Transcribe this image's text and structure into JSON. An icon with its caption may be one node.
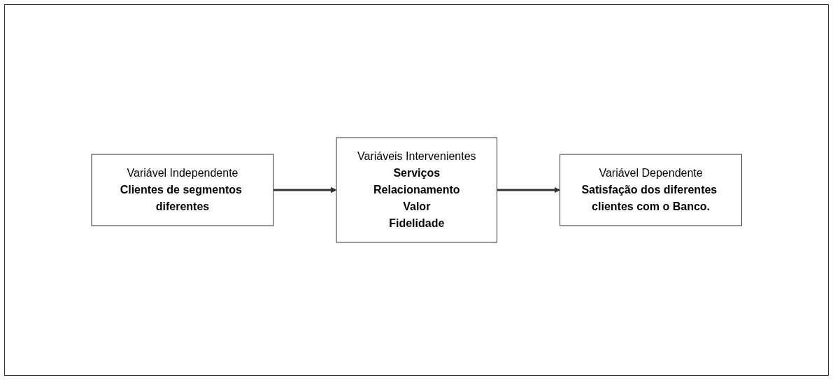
{
  "diagram": {
    "nodes": [
      {
        "text": [
          "Variável Independente",
          "Clientes de segmentos diferentes"
        ]
      },
      {
        "text": [
          "Variáveis Intervenientes",
          "Serviços",
          "Relacionamento",
          "Valor",
          "Fidelidade"
        ]
      },
      {
        "text": [
          "Variável Dependente",
          "Satisfação dos diferentes clientes com o Banco."
        ]
      }
    ],
    "edges": [
      {
        "from": 0,
        "to": 1,
        "arrow": "to"
      },
      {
        "from": 1,
        "to": 2,
        "arrow": "to"
      }
    ]
  }
}
